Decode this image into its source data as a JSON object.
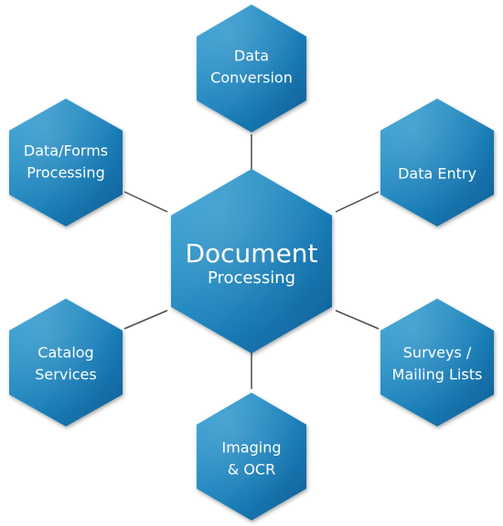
{
  "diagram": {
    "center": {
      "title": "Document",
      "subtitle": "Processing"
    },
    "nodes": [
      {
        "line1": "Data",
        "line2": "Conversion"
      },
      {
        "line1": "Data Entry",
        "line2": ""
      },
      {
        "line1": "Surveys /",
        "line2": "Mailing Lists"
      },
      {
        "line1": "Imaging",
        "line2": "& OCR"
      },
      {
        "line1": "Catalog",
        "line2": "Services"
      },
      {
        "line1": "Data/Forms",
        "line2": "Processing"
      }
    ],
    "colors": {
      "hex_light": "#2f9fd3",
      "hex_mid": "#1a7fb9",
      "hex_dark": "#0d5f97",
      "connector": "#4a4a4a",
      "text": "#ffffff"
    }
  }
}
